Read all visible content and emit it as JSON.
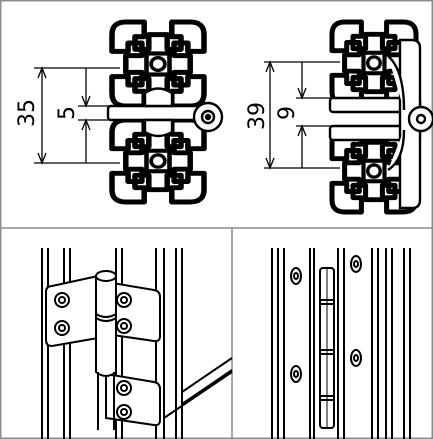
{
  "figure": {
    "top_left": {
      "dimension_outer": "35",
      "dimension_inner": "5"
    },
    "top_right": {
      "dimension_outer": "39",
      "dimension_inner": "9"
    }
  },
  "colors": {
    "line": "#000000",
    "frame": "#8c8c8c",
    "background": "#ffffff"
  }
}
